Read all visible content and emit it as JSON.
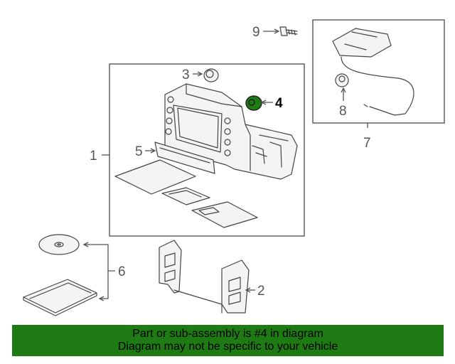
{
  "diagram": {
    "callouts": [
      "1",
      "2",
      "3",
      "4",
      "5",
      "6",
      "7",
      "8",
      "9"
    ],
    "highlight_part": "4",
    "highlight_color": "#1e7a12"
  },
  "banner": {
    "line1": "Part or sub-assembly is #4 in diagram",
    "line2": "Diagram may not be specific to your vehicle",
    "background": "#1e7a12"
  }
}
